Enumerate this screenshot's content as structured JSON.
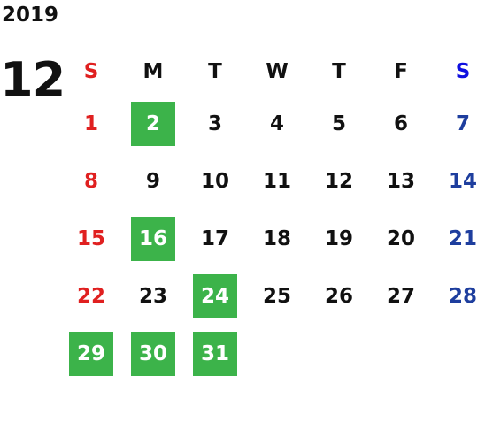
{
  "calendar": {
    "year": "2019",
    "month": "12",
    "weekdays": [
      "S",
      "M",
      "T",
      "W",
      "T",
      "F",
      "S"
    ],
    "colors": {
      "sunday": "#e02020",
      "saturday_header": "#1010e0",
      "saturday": "#1e3e9e",
      "highlight": "#3cb34a",
      "text": "#111111"
    },
    "weeks": [
      [
        {
          "day": "1",
          "highlight": false
        },
        {
          "day": "2",
          "highlight": true
        },
        {
          "day": "3",
          "highlight": false
        },
        {
          "day": "4",
          "highlight": false
        },
        {
          "day": "5",
          "highlight": false
        },
        {
          "day": "6",
          "highlight": false
        },
        {
          "day": "7",
          "highlight": false
        }
      ],
      [
        {
          "day": "8",
          "highlight": false
        },
        {
          "day": "9",
          "highlight": false
        },
        {
          "day": "10",
          "highlight": false
        },
        {
          "day": "11",
          "highlight": false
        },
        {
          "day": "12",
          "highlight": false
        },
        {
          "day": "13",
          "highlight": false
        },
        {
          "day": "14",
          "highlight": false
        }
      ],
      [
        {
          "day": "15",
          "highlight": false
        },
        {
          "day": "16",
          "highlight": true
        },
        {
          "day": "17",
          "highlight": false
        },
        {
          "day": "18",
          "highlight": false
        },
        {
          "day": "19",
          "highlight": false
        },
        {
          "day": "20",
          "highlight": false
        },
        {
          "day": "21",
          "highlight": false
        }
      ],
      [
        {
          "day": "22",
          "highlight": false
        },
        {
          "day": "23",
          "highlight": false
        },
        {
          "day": "24",
          "highlight": true
        },
        {
          "day": "25",
          "highlight": false
        },
        {
          "day": "26",
          "highlight": false
        },
        {
          "day": "27",
          "highlight": false
        },
        {
          "day": "28",
          "highlight": false
        }
      ],
      [
        {
          "day": "29",
          "highlight": true
        },
        {
          "day": "30",
          "highlight": true
        },
        {
          "day": "31",
          "highlight": true
        },
        {
          "day": "",
          "highlight": false
        },
        {
          "day": "",
          "highlight": false
        },
        {
          "day": "",
          "highlight": false
        },
        {
          "day": "",
          "highlight": false
        }
      ]
    ]
  }
}
